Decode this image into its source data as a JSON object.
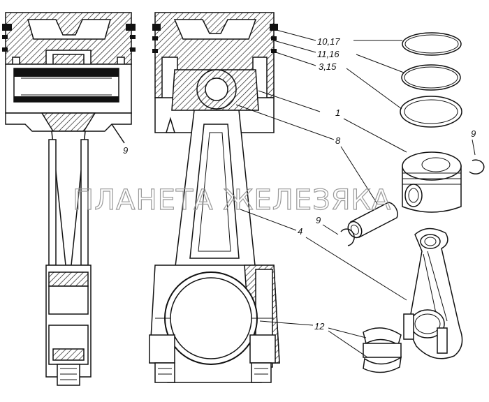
{
  "labels": {
    "rings_top": "10,17",
    "rings_mid": "11,16",
    "rings_low": "3,15",
    "piston": "1",
    "pin": "8",
    "circlip_right": "9",
    "circlip_left_view": "9",
    "circlip_mid": "9",
    "rod": "4",
    "bearings": "12"
  },
  "watermark": "ПЛАНЕТА ЖЕЛЕЗЯКА"
}
